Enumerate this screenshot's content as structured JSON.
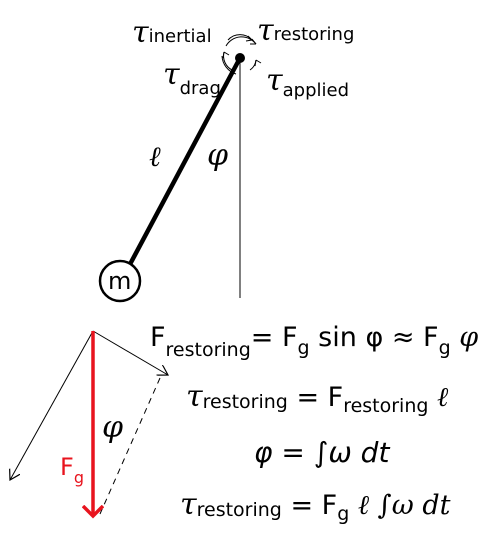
{
  "colors": {
    "ink": "#000000",
    "gravity": "#e8141e"
  },
  "torques": {
    "tau": "τ",
    "inertial": "inertial",
    "restoring": "restoring",
    "drag": "drag",
    "applied": "applied"
  },
  "pendulum": {
    "length_symbol": "ℓ",
    "angle_symbol": "φ",
    "mass_label": "m"
  },
  "forces": {
    "gravity_F": "F",
    "gravity_sub": "g",
    "angle_symbol": "φ"
  },
  "equations": {
    "eq1": {
      "F": "F",
      "sub": "restoring",
      "rhs_1": "= F",
      "rhs_sub": "g",
      "rhs_2": " sin φ ≈ F",
      "rhs_sub2": "g",
      "rhs_3": " φ"
    },
    "eq2": {
      "tau": "τ",
      "sub": "restoring",
      "rhs_1": " = F",
      "rhs_sub": "restoring",
      "rhs_2": " ℓ"
    },
    "eq3": {
      "text": "φ = ∫ω dt"
    },
    "eq4": {
      "tau": "τ",
      "sub": "restoring",
      "rhs_1": " = F",
      "rhs_sub": "g",
      "rhs_2": " ℓ ∫ω dt"
    }
  }
}
